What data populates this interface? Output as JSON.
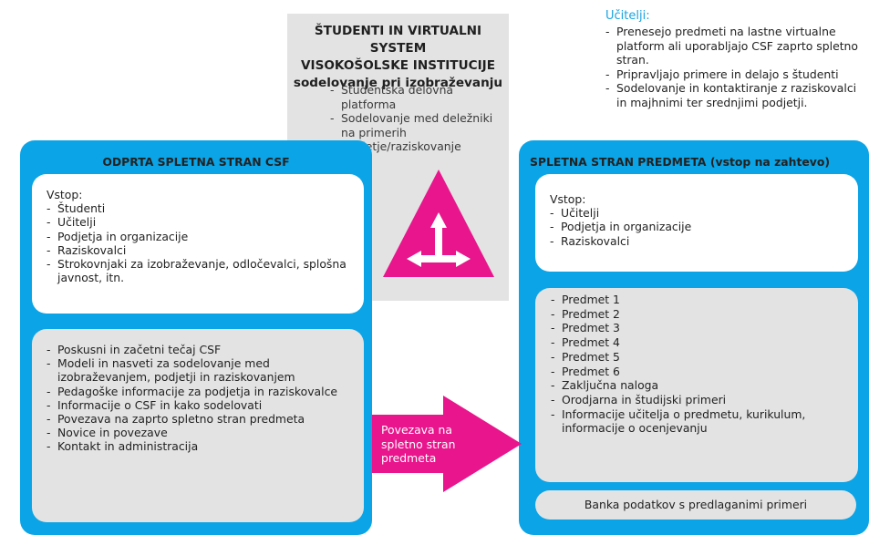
{
  "center": {
    "title_lines": [
      "ŠTUDENTI IN VIRTUALNI SYSTEM",
      "VISOKOŠOLSKE INSTITUCIJE",
      "sodelovanje pri izobraževanju"
    ],
    "items": [
      "Študentska delovna platforma",
      "Sodelovanje med deležniki na primerih podjetje/raziskovanje"
    ]
  },
  "teachers": {
    "title": "Učitelji:",
    "items": [
      "Prenesejo predmeti na lastne virtualne platform ali uporabljajo CSF zaprto spletno stran.",
      "Pripravljajo primere in delajo s študenti",
      "Sodelovanje in kontaktiranje z raziskovalci in majhnimi ter srednjimi podjetji."
    ]
  },
  "left_panel": {
    "title": "ODPRTA SPLETNA STRAN CSF",
    "access_label": "Vstop:",
    "access_items": [
      "Študenti",
      "Učitelji",
      "Podjetja in organizacije",
      "Raziskovalci",
      "Strokovnjaki za izobraževanje, odločevalci, splošna javnost, itn."
    ],
    "features": [
      "Poskusni in začetni tečaj CSF",
      "Modeli in nasveti za sodelovanje med izobraževanjem, podjetji in raziskovanjem",
      "Pedagoške informacije za podjetja in raziskovalce",
      "Informacije o CSF in kako sodelovati",
      "Povezava na zaprto spletno stran predmeta",
      "Novice in povezave",
      "Kontakt in administracija"
    ]
  },
  "right_panel": {
    "title": "SPLETNA STRAN PREDMETA (vstop na zahtevo)",
    "access_label": "Vstop:",
    "access_items": [
      "Učitelji",
      "Podjetja in organizacije",
      "Raziskovalci"
    ],
    "subjects": [
      "Predmet 1",
      "Predmet 2",
      "Predmet 3",
      "Predmet 4",
      "Predmet 5",
      "Predmet 6",
      "Zaključna naloga",
      "Orodjarna in študijski primeri",
      "Informacije učitelja o predmetu, kurikulum, informacije o ocenjevanju"
    ],
    "databank": "Banka podatkov s predlaganimi primeri"
  },
  "link_arrow": {
    "label_lines": [
      "Povezava na",
      "spletno stran",
      "predmeta"
    ]
  },
  "colors": {
    "blue": "#0ba4e6",
    "magenta": "#e8158c",
    "grey": "#e3e3e3",
    "teachers_title": "#1aa3e0"
  }
}
